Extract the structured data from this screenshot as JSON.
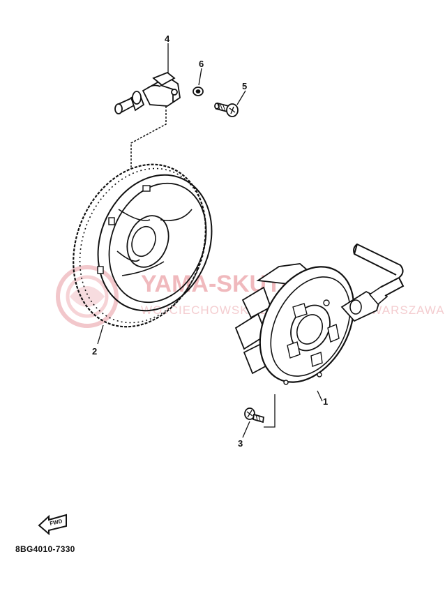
{
  "diagram": {
    "part_code": "8BG4010-7330",
    "direction_arrow_label": "FWD",
    "callouts": [
      {
        "id": "1",
        "label": "1"
      },
      {
        "id": "2",
        "label": "2"
      },
      {
        "id": "3",
        "label": "3"
      },
      {
        "id": "4",
        "label": "4"
      },
      {
        "id": "5",
        "label": "5"
      },
      {
        "id": "6",
        "label": "6"
      }
    ],
    "watermark": {
      "main": "YAMA-SKUTERY",
      "sub": "WOJCIECHOWSKI, ZAMOŚĆ-LUBLIN-WARSZAWA"
    }
  }
}
